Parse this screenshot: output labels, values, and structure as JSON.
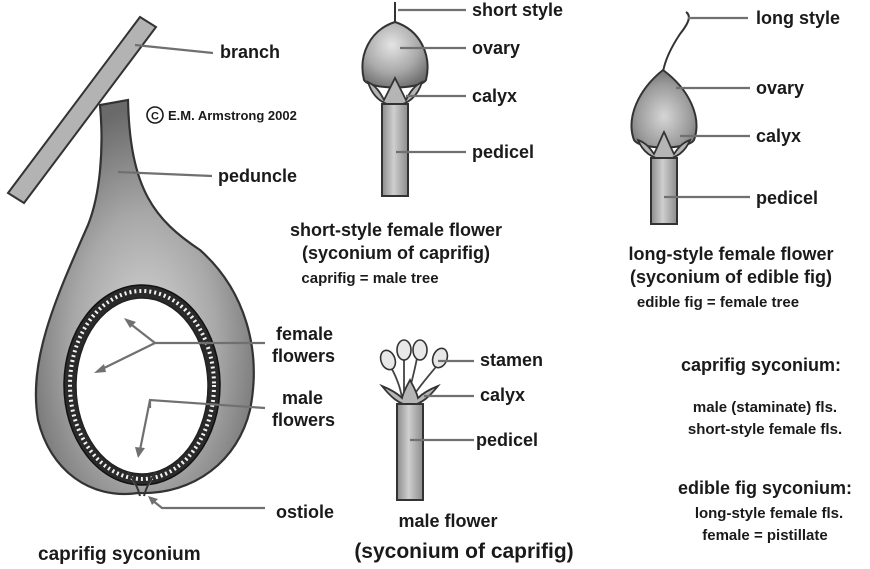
{
  "copyright": "E.M. Armstrong 2002",
  "copyright_symbol": "C",
  "syconium": {
    "labels": {
      "branch": "branch",
      "peduncle": "peduncle",
      "female_1": "female",
      "female_2": "flowers",
      "male_1": "male",
      "male_2": "flowers",
      "ostiole": "ostiole"
    },
    "caption": "caprifig syconium"
  },
  "short_style": {
    "labels": {
      "style": "short style",
      "ovary": "ovary",
      "calyx": "calyx",
      "pedicel": "pedicel"
    },
    "caption_1": "short-style female flower",
    "caption_2": "(syconium of caprifig)",
    "caption_3": "caprifig = male tree"
  },
  "long_style": {
    "labels": {
      "style": "long style",
      "ovary": "ovary",
      "calyx": "calyx",
      "pedicel": "pedicel"
    },
    "caption_1": "long-style female flower",
    "caption_2": "(syconium of edible fig)",
    "caption_3": "edible fig = female tree"
  },
  "male_flower": {
    "labels": {
      "stamen": "stamen",
      "calyx": "calyx",
      "pedicel": "pedicel"
    },
    "caption_1": "male flower",
    "caption_2": "(syconium of caprifig)"
  },
  "notes": {
    "caprifig_title": "caprifig syconium:",
    "caprifig_line1": "male (staminate) fls.",
    "caprifig_line2": "short-style female fls.",
    "edible_title": "edible fig syconium:",
    "edible_line1": "long-style female fls.",
    "edible_line2": "female = pistillate"
  },
  "colors": {
    "ink": "#1a1a1a",
    "leader": "#707070",
    "tissue_dark": "#6e6e6e",
    "tissue_mid": "#9a9a9a",
    "tissue_light": "#cfcfcf"
  }
}
